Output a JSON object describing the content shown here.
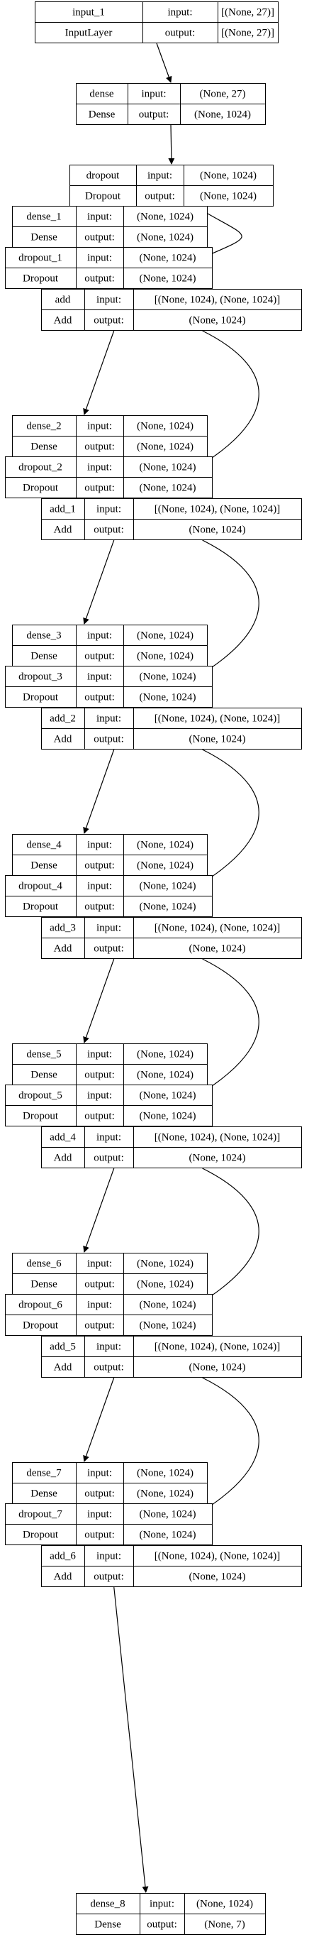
{
  "diagram": {
    "labels": {
      "input": "input:",
      "output": "output:"
    },
    "colors": {
      "background": "#ffffff",
      "stroke": "#000000",
      "text": "#000000"
    },
    "nodes": [
      {
        "id": "input_1",
        "name": "input_1",
        "type": "InputLayer",
        "input": "[(None, 27)]",
        "output": "[(None, 27)]"
      },
      {
        "id": "dense",
        "name": "dense",
        "type": "Dense",
        "input": "(None, 27)",
        "output": "(None, 1024)"
      },
      {
        "id": "dropout",
        "name": "dropout",
        "type": "Dropout",
        "input": "(None, 1024)",
        "output": "(None, 1024)"
      },
      {
        "id": "dense_1",
        "name": "dense_1",
        "type": "Dense",
        "input": "(None, 1024)",
        "output": "(None, 1024)"
      },
      {
        "id": "dropout_1",
        "name": "dropout_1",
        "type": "Dropout",
        "input": "(None, 1024)",
        "output": "(None, 1024)"
      },
      {
        "id": "add",
        "name": "add",
        "type": "Add",
        "input": "[(None, 1024), (None, 1024)]",
        "output": "(None, 1024)"
      },
      {
        "id": "dense_2",
        "name": "dense_2",
        "type": "Dense",
        "input": "(None, 1024)",
        "output": "(None, 1024)"
      },
      {
        "id": "dropout_2",
        "name": "dropout_2",
        "type": "Dropout",
        "input": "(None, 1024)",
        "output": "(None, 1024)"
      },
      {
        "id": "add_1",
        "name": "add_1",
        "type": "Add",
        "input": "[(None, 1024), (None, 1024)]",
        "output": "(None, 1024)"
      },
      {
        "id": "dense_3",
        "name": "dense_3",
        "type": "Dense",
        "input": "(None, 1024)",
        "output": "(None, 1024)"
      },
      {
        "id": "dropout_3",
        "name": "dropout_3",
        "type": "Dropout",
        "input": "(None, 1024)",
        "output": "(None, 1024)"
      },
      {
        "id": "add_2",
        "name": "add_2",
        "type": "Add",
        "input": "[(None, 1024), (None, 1024)]",
        "output": "(None, 1024)"
      },
      {
        "id": "dense_4",
        "name": "dense_4",
        "type": "Dense",
        "input": "(None, 1024)",
        "output": "(None, 1024)"
      },
      {
        "id": "dropout_4",
        "name": "dropout_4",
        "type": "Dropout",
        "input": "(None, 1024)",
        "output": "(None, 1024)"
      },
      {
        "id": "add_3",
        "name": "add_3",
        "type": "Add",
        "input": "[(None, 1024), (None, 1024)]",
        "output": "(None, 1024)"
      },
      {
        "id": "dense_5",
        "name": "dense_5",
        "type": "Dense",
        "input": "(None, 1024)",
        "output": "(None, 1024)"
      },
      {
        "id": "dropout_5",
        "name": "dropout_5",
        "type": "Dropout",
        "input": "(None, 1024)",
        "output": "(None, 1024)"
      },
      {
        "id": "add_4",
        "name": "add_4",
        "type": "Add",
        "input": "[(None, 1024), (None, 1024)]",
        "output": "(None, 1024)"
      },
      {
        "id": "dense_6",
        "name": "dense_6",
        "type": "Dense",
        "input": "(None, 1024)",
        "output": "(None, 1024)"
      },
      {
        "id": "dropout_6",
        "name": "dropout_6",
        "type": "Dropout",
        "input": "(None, 1024)",
        "output": "(None, 1024)"
      },
      {
        "id": "add_5",
        "name": "add_5",
        "type": "Add",
        "input": "[(None, 1024), (None, 1024)]",
        "output": "(None, 1024)"
      },
      {
        "id": "dense_7",
        "name": "dense_7",
        "type": "Dense",
        "input": "(None, 1024)",
        "output": "(None, 1024)"
      },
      {
        "id": "dropout_7",
        "name": "dropout_7",
        "type": "Dropout",
        "input": "(None, 1024)",
        "output": "(None, 1024)"
      },
      {
        "id": "add_6",
        "name": "add_6",
        "type": "Add",
        "input": "[(None, 1024), (None, 1024)]",
        "output": "(None, 1024)"
      },
      {
        "id": "dense_8",
        "name": "dense_8",
        "type": "Dense",
        "input": "(None, 1024)",
        "output": "(None, 7)"
      }
    ],
    "edges": [
      {
        "from": "input_1",
        "to": "dense"
      },
      {
        "from": "dense",
        "to": "dropout"
      },
      {
        "from": "dropout",
        "to": "dense_1"
      },
      {
        "from": "dropout",
        "to": "add"
      },
      {
        "from": "dense_1",
        "to": "dropout_1"
      },
      {
        "from": "dropout_1",
        "to": "add"
      },
      {
        "from": "add",
        "to": "dense_2"
      },
      {
        "from": "add",
        "to": "add_1"
      },
      {
        "from": "dense_2",
        "to": "dropout_2"
      },
      {
        "from": "dropout_2",
        "to": "add_1"
      },
      {
        "from": "add_1",
        "to": "dense_3"
      },
      {
        "from": "add_1",
        "to": "add_2"
      },
      {
        "from": "dense_3",
        "to": "dropout_3"
      },
      {
        "from": "dropout_3",
        "to": "add_2"
      },
      {
        "from": "add_2",
        "to": "dense_4"
      },
      {
        "from": "add_2",
        "to": "add_3"
      },
      {
        "from": "dense_4",
        "to": "dropout_4"
      },
      {
        "from": "dropout_4",
        "to": "add_3"
      },
      {
        "from": "add_3",
        "to": "dense_5"
      },
      {
        "from": "add_3",
        "to": "add_4"
      },
      {
        "from": "dense_5",
        "to": "dropout_5"
      },
      {
        "from": "dropout_5",
        "to": "add_4"
      },
      {
        "from": "add_4",
        "to": "dense_6"
      },
      {
        "from": "add_4",
        "to": "add_5"
      },
      {
        "from": "dense_6",
        "to": "dropout_6"
      },
      {
        "from": "dropout_6",
        "to": "add_5"
      },
      {
        "from": "add_5",
        "to": "dense_7"
      },
      {
        "from": "add_5",
        "to": "add_6"
      },
      {
        "from": "dense_7",
        "to": "dropout_7"
      },
      {
        "from": "dropout_7",
        "to": "add_6"
      },
      {
        "from": "add_6",
        "to": "dense_8"
      }
    ]
  }
}
